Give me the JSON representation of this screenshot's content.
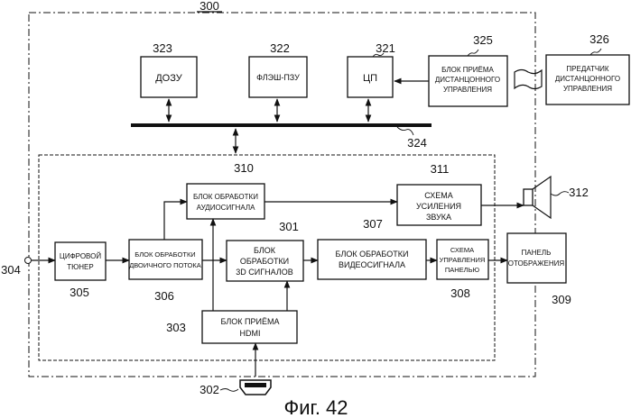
{
  "figure": {
    "number_label": "300",
    "caption": "Фиг. 42"
  },
  "blocks": {
    "b323": {
      "ref": "323",
      "lines": [
        "ДОЗУ"
      ]
    },
    "b322": {
      "ref": "322",
      "lines": [
        "ФЛЭШ-ПЗУ"
      ]
    },
    "b321": {
      "ref": "321",
      "lines": [
        "ЦП"
      ]
    },
    "b325": {
      "ref": "325",
      "lines": [
        "БЛОК ПРИЁМА",
        "ДИСТАНЦОННОГО",
        "УПРАВЛЕНИЯ"
      ]
    },
    "b326": {
      "ref": "326",
      "lines": [
        "ПРЕДАТЧИК",
        "ДИСТАНЦОННОГО",
        "УПРАВЛЕНИЯ"
      ]
    },
    "bus324": {
      "ref": "324"
    },
    "b310": {
      "ref": "310",
      "lines": [
        "БЛОК ОБРАБОТКИ",
        "АУДИОСИГНАЛА"
      ]
    },
    "b311": {
      "ref": "311",
      "lines": [
        "СХЕМА",
        "УСИЛЕНИЯ",
        "ЗВУКА"
      ]
    },
    "speaker312": {
      "ref": "312"
    },
    "b305": {
      "ref": "305",
      "lines": [
        "ЦИФРОВОЙ",
        "ТЮНЕР"
      ]
    },
    "b306": {
      "ref": "306",
      "lines": [
        "БЛОК ОБРАБОТКИ",
        "ДВОИЧНОГО ПОТОКА"
      ]
    },
    "b301": {
      "ref": "301",
      "lines": [
        "БЛОК",
        "ОБРАБОТКИ",
        "3D СИГНАЛОВ"
      ]
    },
    "b307": {
      "ref": "307",
      "lines": [
        "БЛОК ОБРАБОТКИ",
        "ВИДЕОСИГНАЛА"
      ]
    },
    "b308": {
      "ref": "308",
      "lines": [
        "СХЕМА",
        "УПРАВЛЕНИЯ",
        "ПАНЕЛЬЮ"
      ]
    },
    "b309": {
      "ref": "309",
      "lines": [
        "ПАНЕЛЬ",
        "ОТОБРАЖЕНИЯ"
      ]
    },
    "b303": {
      "ref": "303",
      "lines": [
        "БЛОК ПРИЁМА",
        "HDMI"
      ]
    },
    "terminal304": {
      "ref": "304"
    },
    "connector302": {
      "ref": "302"
    }
  }
}
